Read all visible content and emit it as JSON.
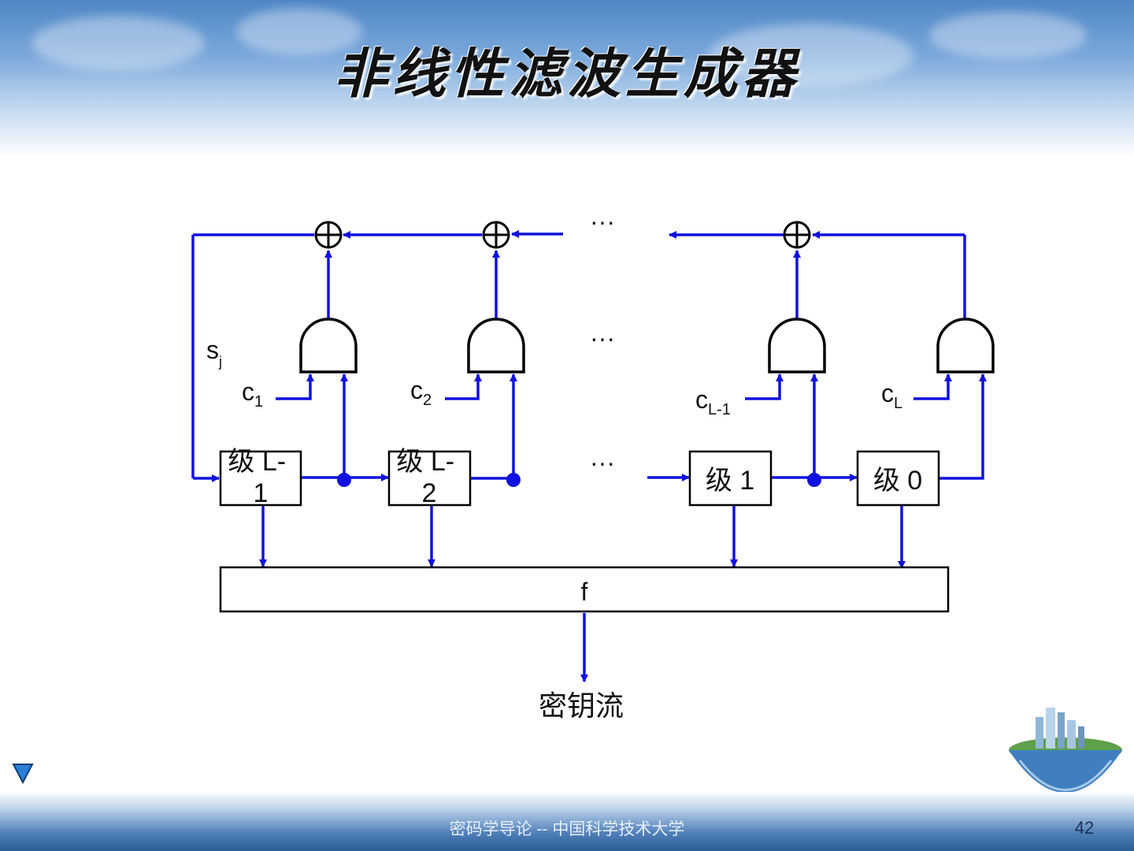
{
  "title": "非线性滤波生成器",
  "diagram": {
    "feedback_label": "s",
    "feedback_sub": "j",
    "coefficients": [
      {
        "main": "c",
        "sub": "1"
      },
      {
        "main": "c",
        "sub": "2"
      },
      {
        "main": "c",
        "sub": "L-1"
      },
      {
        "main": "c",
        "sub": "L"
      }
    ],
    "stages": [
      "级 L-1",
      "级 L-2",
      "级 1",
      "级 0"
    ],
    "stage_lines": [
      [
        "级 L-",
        "1"
      ],
      [
        "级 L-",
        "2"
      ],
      [
        "级 1"
      ],
      [
        "级 0"
      ]
    ],
    "ellipsis": "···",
    "filter_label": "f",
    "output_label": "密钥流"
  },
  "footer": {
    "text": "密码学导论 -- 中国科学技术大学",
    "page": "42"
  },
  "colors": {
    "wire": "#1010e0",
    "box_border": "#000000"
  }
}
